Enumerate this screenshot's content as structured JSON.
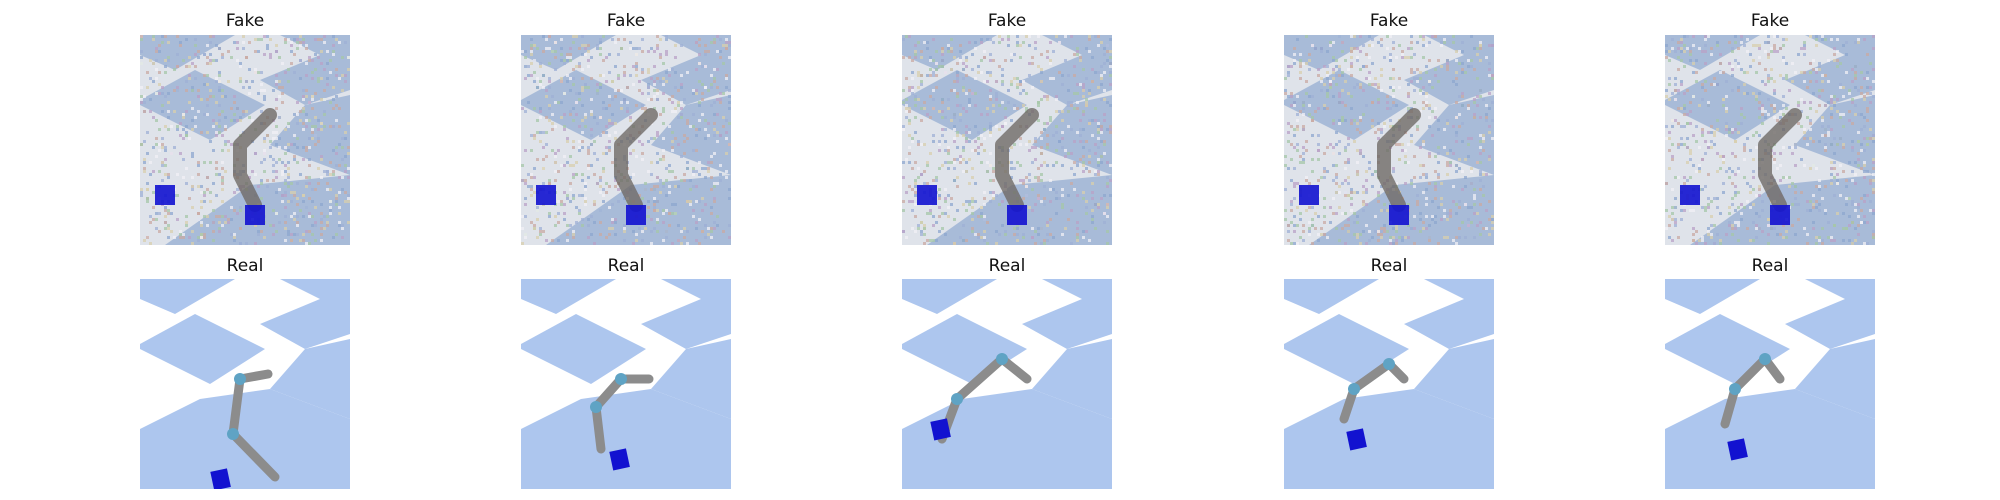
{
  "figure": {
    "rows": [
      {
        "kind": "fake",
        "panels": [
          {
            "title": "Fake"
          },
          {
            "title": "Fake"
          },
          {
            "title": "Fake"
          },
          {
            "title": "Fake"
          },
          {
            "title": "Fake"
          }
        ]
      },
      {
        "kind": "real",
        "panels": [
          {
            "title": "Real"
          },
          {
            "title": "Real"
          },
          {
            "title": "Real"
          },
          {
            "title": "Real"
          },
          {
            "title": "Real"
          }
        ]
      }
    ]
  },
  "colors": {
    "floor_blue": "#adc6ee",
    "floor_white": "#ffffff",
    "noisy_blue": "#a8bbd8",
    "noisy_light": "#dfe3ea",
    "robot_gray": "#8c8c8c",
    "robot_joint": "#5fa3c4",
    "cube_blue": "#1212d0"
  }
}
